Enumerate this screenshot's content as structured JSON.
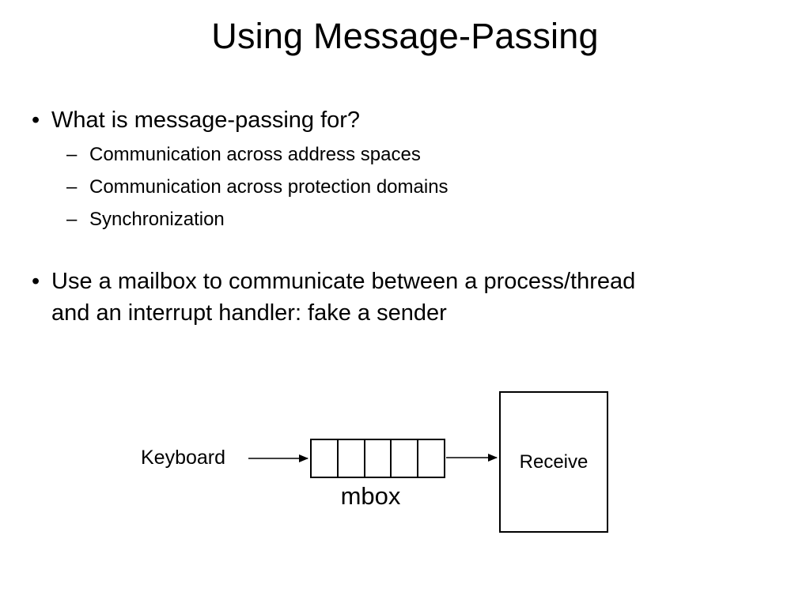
{
  "slide": {
    "title": "Using Message-Passing",
    "bullet_glyph": "•",
    "dash_glyph": "–",
    "bullets": [
      {
        "text": "What is message-passing for?",
        "sub_items": [
          "Communication across address spaces",
          "Communication across protection domains",
          "Synchronization"
        ]
      },
      {
        "lines": [
          "Use a mailbox to communicate between a process/thread",
          "and an interrupt handler: fake a sender"
        ]
      }
    ],
    "diagram": {
      "keyboard_label": "Keyboard",
      "mbox_label": "mbox",
      "receive_label": "Receive",
      "queue_cell_count": 5
    },
    "colors": {
      "background": "#ffffff",
      "text": "#000000",
      "line": "#000000"
    }
  }
}
